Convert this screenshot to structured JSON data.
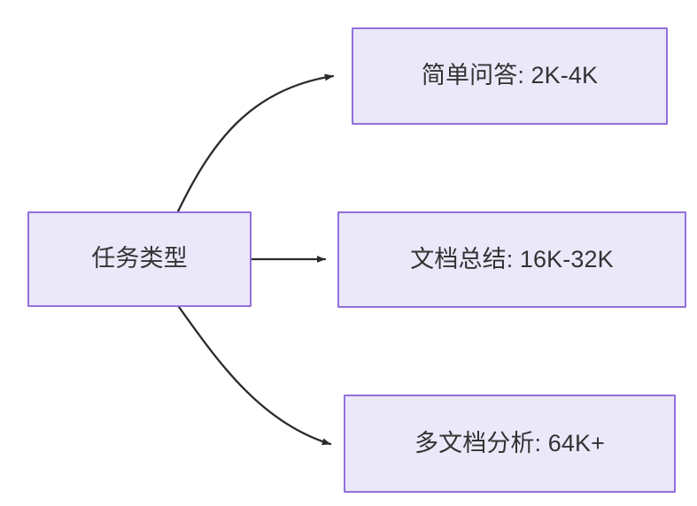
{
  "diagram": {
    "type": "flowchart",
    "direction": "left-to-right",
    "background_color": "#ffffff",
    "node_fill_color": "#ebe8fa",
    "node_border_color": "#9370db",
    "node_text_color": "#333333",
    "edge_color": "#2b2b2b",
    "root": {
      "id": "root",
      "label": "任务类型"
    },
    "branches": [
      {
        "id": "simple-qa",
        "label": "简单问答: 2K-4K",
        "task": "简单问答",
        "context_length": "2K-4K"
      },
      {
        "id": "doc-sum",
        "label": "文档总结: 16K-32K",
        "task": "文档总结",
        "context_length": "16K-32K"
      },
      {
        "id": "multi-doc",
        "label": "多文档分析: 64K+",
        "task": "多文档分析",
        "context_length": "64K+"
      }
    ],
    "edges": [
      {
        "id": "edge-root-simple-qa",
        "from": "root",
        "to": "simple-qa",
        "style": "curved",
        "arrow": "triangle",
        "label": ""
      },
      {
        "id": "edge-root-doc-sum",
        "from": "root",
        "to": "doc-sum",
        "style": "straight",
        "arrow": "triangle",
        "label": ""
      },
      {
        "id": "edge-root-multi-doc",
        "from": "root",
        "to": "multi-doc",
        "style": "curved",
        "arrow": "triangle",
        "label": ""
      }
    ]
  }
}
